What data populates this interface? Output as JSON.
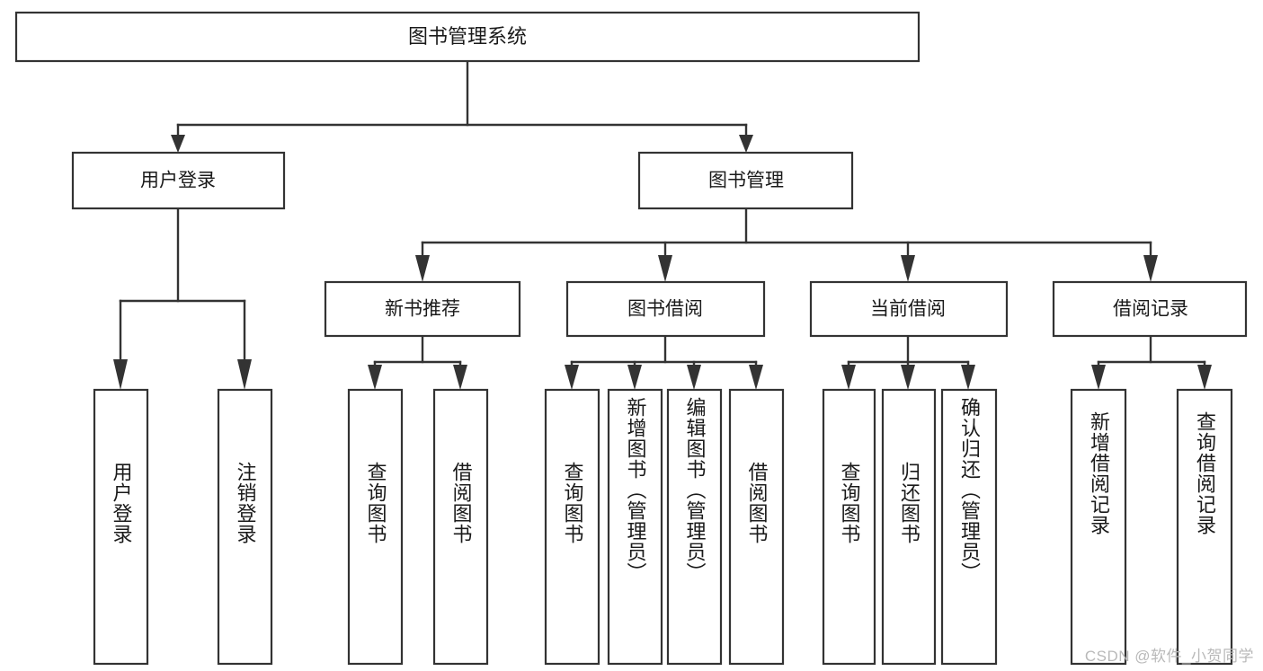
{
  "diagram": {
    "type": "tree",
    "title": "图书管理系统",
    "watermark": "CSDN @软件_小贺同学",
    "colors": {
      "background": "#ffffff",
      "box_fill": "#ffffff",
      "box_stroke": "#333333",
      "connector": "#333333",
      "text": "#1a1a1a",
      "watermark": "#b9b9b9"
    },
    "levels": {
      "root": {
        "label": "图书管理系统"
      },
      "level2": [
        {
          "label": "用户登录"
        },
        {
          "label": "图书管理"
        }
      ],
      "level3": [
        {
          "label": "新书推荐"
        },
        {
          "label": "图书借阅"
        },
        {
          "label": "当前借阅"
        },
        {
          "label": "借阅记录"
        }
      ],
      "leaves": [
        {
          "label": "用户登录",
          "parent": "用户登录"
        },
        {
          "label": "注销登录",
          "parent": "用户登录"
        },
        {
          "label": "查询图书",
          "parent": "新书推荐"
        },
        {
          "label": "借阅图书",
          "parent": "新书推荐"
        },
        {
          "label": "查询图书",
          "parent": "图书借阅"
        },
        {
          "label": "新增图书（管理员）",
          "parent": "图书借阅"
        },
        {
          "label": "编辑图书（管理员）",
          "parent": "图书借阅"
        },
        {
          "label": "借阅图书",
          "parent": "图书借阅"
        },
        {
          "label": "查询图书",
          "parent": "当前借阅"
        },
        {
          "label": "归还图书",
          "parent": "当前借阅"
        },
        {
          "label": "确认归还（管理员）",
          "parent": "当前借阅"
        },
        {
          "label": "新增借阅记录",
          "parent": "借阅记录"
        },
        {
          "label": "查询借阅记录",
          "parent": "借阅记录"
        }
      ]
    }
  }
}
